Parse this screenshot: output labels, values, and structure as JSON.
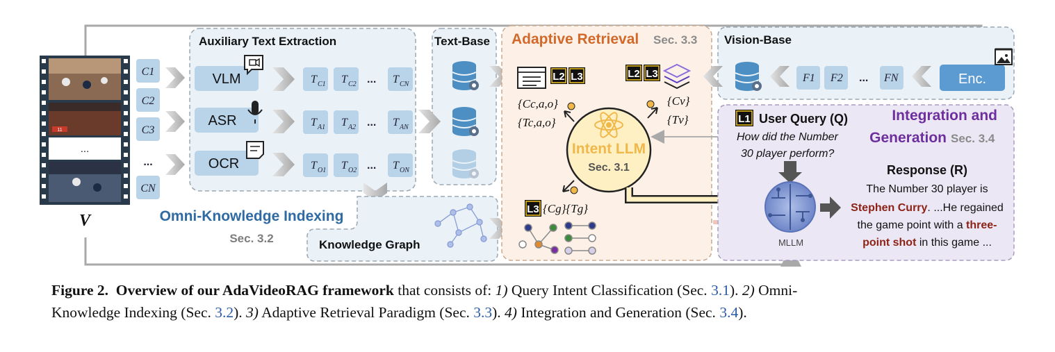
{
  "video_label": "V",
  "clips": [
    "C1",
    "C2",
    "C3",
    "...",
    "CN"
  ],
  "film_gap_label": "...",
  "film_score_badge": "11",
  "auxiliary": {
    "title": "Auxiliary Text Extraction",
    "rows": [
      {
        "tool": "VLM",
        "tokens": [
          "T",
          "T",
          "...",
          "T"
        ],
        "subs": [
          "C1",
          "C2",
          "",
          "CN"
        ]
      },
      {
        "tool": "ASR",
        "tokens": [
          "T",
          "T",
          "...",
          "T"
        ],
        "subs": [
          "A1",
          "A2",
          "",
          "AN"
        ]
      },
      {
        "tool": "OCR",
        "tokens": [
          "T",
          "T",
          "...",
          "T"
        ],
        "subs": [
          "O1",
          "O2",
          "",
          "ON"
        ]
      }
    ]
  },
  "omni": {
    "title": "Omni-Knowledge Indexing",
    "sec": "Sec. 3.2"
  },
  "text_base": {
    "title": "Text-Base"
  },
  "knowledge_graph": {
    "title": "Knowledge Graph"
  },
  "adaptive": {
    "title": "Adaptive Retrieval",
    "sec": "Sec. 3.3",
    "text_set_1": "{Cc,a,o}",
    "text_set_2": "{Tc,a,o}",
    "vision_set_1": "{Cv}",
    "vision_set_2": "{Tv}",
    "graph_set": "{Cg}{Tg}",
    "badges": [
      "L2",
      "L3",
      "L2",
      "L3",
      "L3"
    ]
  },
  "intent": {
    "title": "Intent LLM",
    "sec": "Sec. 3.1"
  },
  "vision_base": {
    "title": "Vision-Base",
    "features": [
      "F1",
      "F2",
      "...",
      "FN"
    ],
    "encoder": "Enc."
  },
  "integration": {
    "title_1": "Integration and",
    "title_2": "Generation",
    "sec": "Sec. 3.4",
    "query_badge": "L1",
    "query_label": "User Query (Q)",
    "query_text_1": "How did the Number",
    "query_text_2": "30 player perform?",
    "mllm_label": "MLLM",
    "response_label": "Response (R)",
    "response_1": "The Number 30 player is",
    "response_2a": "Stephen Curry",
    "response_2b": ". ...He regained",
    "response_3a": "the game point with a ",
    "response_3b": "three-",
    "response_4a": "point shot",
    "response_4b": " in this game ..."
  },
  "caption": {
    "fig": "Figure 2.",
    "bold": "Overview of our AdaVideoRAG framework",
    "t1": " that consists of: ",
    "n1": "1)",
    "t2": " Query Intent Classification (Sec. ",
    "r1": "3.1",
    "t3": ").  ",
    "n2": "2)",
    "t4": " Omni-",
    "t5": "Knowledge Indexing (Sec. ",
    "r2": "3.2",
    "t6": ").  ",
    "n3": "3)",
    "t7": " Adaptive Retrieval Paradigm (Sec. ",
    "r3": "3.3",
    "t8": ").  ",
    "n4": "4)",
    "t9": " Integration and Generation (Sec. ",
    "r4": "3.4",
    "t10": ")."
  },
  "colors": {
    "chip": "#b9d3e9",
    "panel_blue": "#eaf2f8",
    "panel_orange": "#fdf1e7",
    "panel_purple": "#ece7f4",
    "accent_orange": "#d2692a",
    "accent_purple": "#6e2f9e",
    "accent_blue": "#2f6aa3",
    "curry_red": "#8c2316"
  }
}
